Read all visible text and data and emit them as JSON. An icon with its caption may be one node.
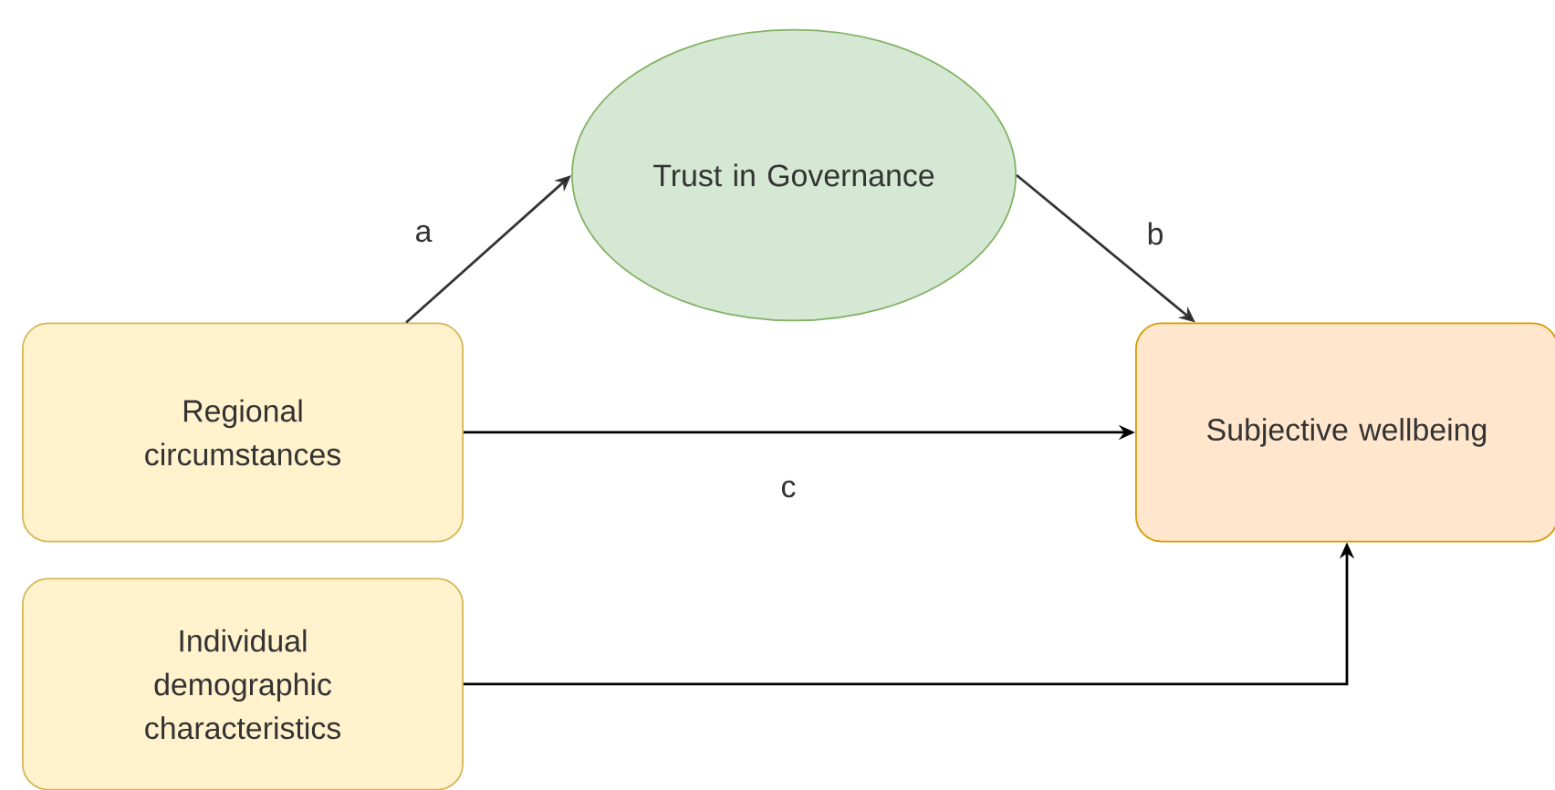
{
  "diagram": {
    "nodes": [
      {
        "text": [
          "Trust in Governance"
        ]
      },
      {
        "text": [
          "Regional circumstances"
        ]
      },
      {
        "text": [
          "Subjective wellbeing"
        ]
      },
      {
        "text": [
          "Individual demographic characteristics"
        ]
      }
    ],
    "edges": [
      {
        "from": 1,
        "to": 0,
        "arrow": "to",
        "label": "a",
        "color": "#333333"
      },
      {
        "from": 0,
        "to": 2,
        "arrow": "to",
        "label": "b",
        "color": "#333333"
      },
      {
        "from": 1,
        "to": 2,
        "arrow": "to",
        "label": "c"
      },
      {
        "from": 3,
        "to": 2,
        "arrow": "to"
      }
    ]
  }
}
